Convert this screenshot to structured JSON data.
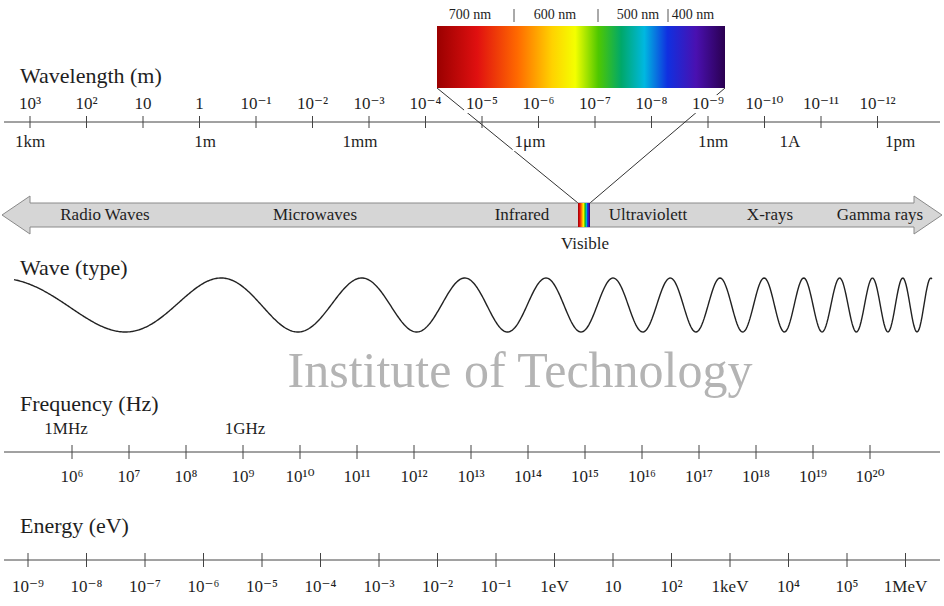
{
  "diagram": {
    "nodes": [
      {
        "text": [
          "700 nm",
          "600 nm",
          "500 nm",
          "400 nm"
        ]
      },
      {
        "text": [
          "Radio Waves",
          "Microwaves",
          "Infrared",
          "Ultraviolett",
          "X-rays",
          "Gamma rays",
          "Visible"
        ]
      }
    ],
    "labels": [
      "Wavelength (m)",
      "10³",
      "10²",
      "10",
      "1",
      "10⁻¹",
      "10⁻²",
      "10⁻³",
      "10⁻⁴",
      "10⁻⁵",
      "10⁻⁶",
      "10⁻⁷",
      "10⁻⁸",
      "10⁻⁹",
      "10⁻¹⁰",
      "10⁻¹¹",
      "10⁻¹²",
      "1km",
      "1m",
      "1mm",
      "1μm",
      "1nm",
      "1A",
      "1pm",
      "Wave (type)",
      "Frequency (Hz)",
      "1MHz",
      "1GHz",
      "10⁶",
      "10⁷",
      "10⁸",
      "10⁹",
      "10¹⁰",
      "10¹¹",
      "10¹²",
      "10¹³",
      "10¹⁴",
      "10¹⁵",
      "10¹⁶",
      "10¹⁷",
      "10¹⁸",
      "10¹⁹",
      "10²⁰",
      "Energy (eV)",
      "10⁻⁹",
      "10⁻⁸",
      "10⁻⁷",
      "10⁻⁶",
      "10⁻⁵",
      "10⁻⁴",
      "10⁻³",
      "10⁻²",
      "10⁻¹",
      "1eV",
      "10",
      "10²",
      "1keV",
      "10⁴",
      "10⁵",
      "1MeV",
      "Institute of Technology"
    ]
  }
}
